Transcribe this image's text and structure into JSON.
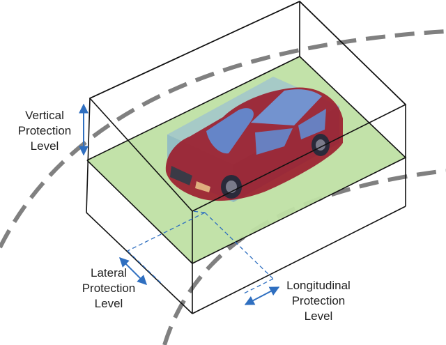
{
  "labels": {
    "vertical": "Vertical\nProtection\nLevel",
    "lateral": "Lateral\nProtection\nLevel",
    "longitudinal": "Longitudinal\nProtection\nLevel"
  },
  "colors": {
    "plane_fill": "#bfe0a4",
    "road_dash": "#808080",
    "arrow": "#2f6fc0",
    "box_stroke": "#111111",
    "car_body": "#9b1b2b",
    "car_glass": "#5f8fd8",
    "car_bounding_box": "#6f9fd8"
  },
  "icons": [
    "vehicle-illustration",
    "double-arrow"
  ]
}
